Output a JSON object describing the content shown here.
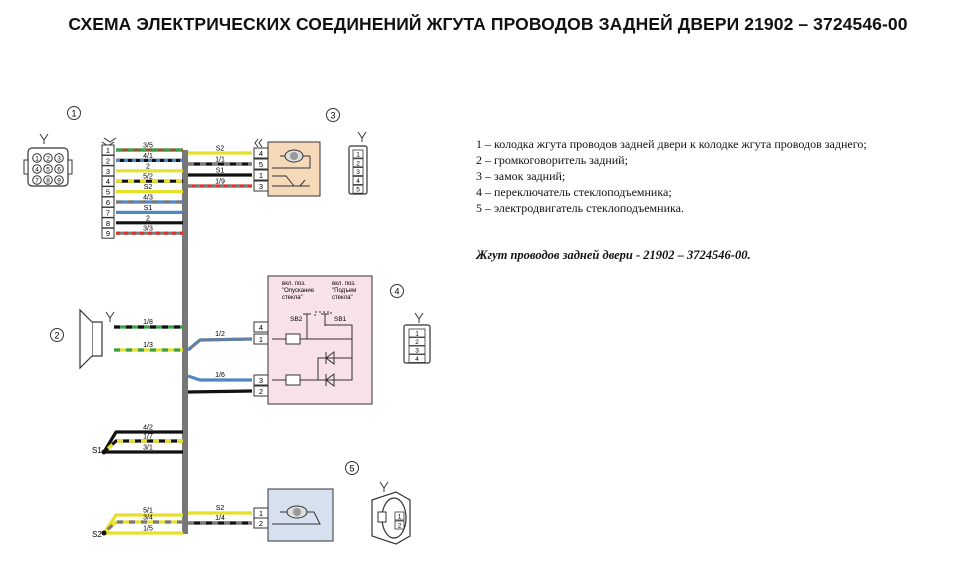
{
  "title": "СХЕМА ЭЛЕКТРИЧЕСКИХ СОЕДИНЕНИЙ ЖГУТА ПРОВОДОВ ЗАДНЕЙ ДВЕРИ 21902 – 3724546-00",
  "legend": [
    "1 – колодка жгута проводов задней двери к колодке жгута проводов заднего;",
    "2 – громкоговоритель задний;",
    "3 – замок задний;",
    "4 – переключатель стеклоподъемника;",
    "5 – электродвигатель стеклоподъемника."
  ],
  "harness_note": "Жгут проводов задней двери - 21902 – 3724546-00.",
  "components": {
    "c1": "1",
    "c2": "2",
    "c3": "3",
    "c4": "4",
    "c5": "5"
  },
  "connector1": {
    "pins": [
      "1",
      "2",
      "3",
      "4",
      "5",
      "6",
      "7",
      "8",
      "9"
    ],
    "wires": [
      "3/5",
      "4/1",
      "2",
      "5/2",
      "S2",
      "4/3",
      "S1",
      "2",
      "3/3"
    ],
    "face_pins": [
      "1",
      "2",
      "3",
      "4",
      "5",
      "6",
      "7",
      "8",
      "9"
    ]
  },
  "lock": {
    "pins": [
      "4",
      "5",
      "1",
      "3"
    ],
    "wires": [
      "S2",
      "1/1",
      "S1",
      "1/9"
    ],
    "face_pins": [
      "1",
      "2",
      "3",
      "4",
      "5"
    ]
  },
  "speaker": {
    "wires": [
      "1/8",
      "1/3"
    ]
  },
  "switch": {
    "label_down": [
      "вкл. поз.",
      "\"Опускание",
      "стекла\""
    ],
    "label_up": [
      "вкл. поз.",
      "\"Подъем",
      "стекла\""
    ],
    "sb2": "SB2",
    "sb1": "SB1",
    "pins": [
      "4",
      "1",
      "3",
      "2"
    ],
    "wires": [
      "1/2",
      "1/6"
    ],
    "face_pins": [
      "1",
      "2",
      "3",
      "4"
    ]
  },
  "grounds": {
    "s1": {
      "label": "S1",
      "wires": [
        "4/2",
        "1/7",
        "3/1"
      ]
    },
    "s2": {
      "label": "S2",
      "wires": [
        "5/1",
        "3/4",
        "1/5"
      ]
    }
  },
  "motor": {
    "pins": [
      "1",
      "2"
    ],
    "wires": [
      "S2",
      "1/4"
    ],
    "face_pins": [
      "1",
      "2"
    ]
  },
  "colors": {
    "black": "#111111",
    "yellow": "#e6e02a",
    "blue": "#4f86c6",
    "green": "#3aa14a",
    "brown": "#8a5a2b",
    "red": "#d9342b",
    "gray": "#7a7a7a",
    "lock_fill": "#f6d9b8",
    "switch_fill": "#f9e1e8",
    "motor_fill": "#d6e0ef"
  }
}
